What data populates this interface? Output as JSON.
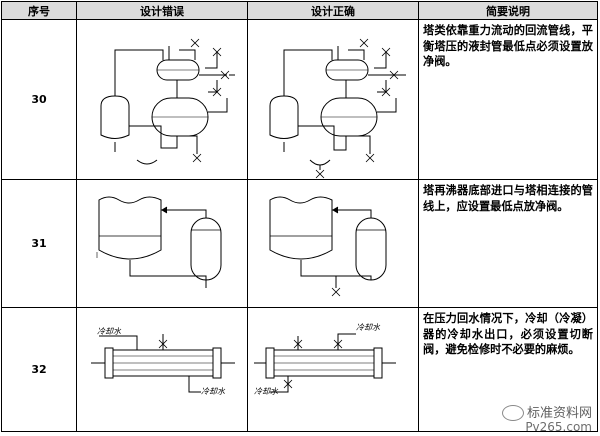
{
  "header": {
    "col_no": "序号",
    "col_wrong": "设计错误",
    "col_right": "设计正确",
    "col_desc": "简要说明"
  },
  "rows": [
    {
      "no": "30",
      "desc": "塔类依靠重力流动的回流管线，平衡塔压的液封管最低点必须设置放净阀。"
    },
    {
      "no": "31",
      "desc": "塔再沸器底部进口与塔相连接的管线上，应设置最低点放净阀。"
    },
    {
      "no": "32",
      "desc": "在压力回水情况下，冷却（冷凝）器的冷却水出口，必须设置切断阀，避免检修时不必要的麻烦。"
    }
  ],
  "row32_labels": {
    "wrong_inlet": "冷却水",
    "wrong_outlet": "冷却水",
    "right_top": "冷却水",
    "right_bottom": "冷却水"
  },
  "watermark": {
    "line1": "标准资料网",
    "line2": "Pv265.com"
  }
}
